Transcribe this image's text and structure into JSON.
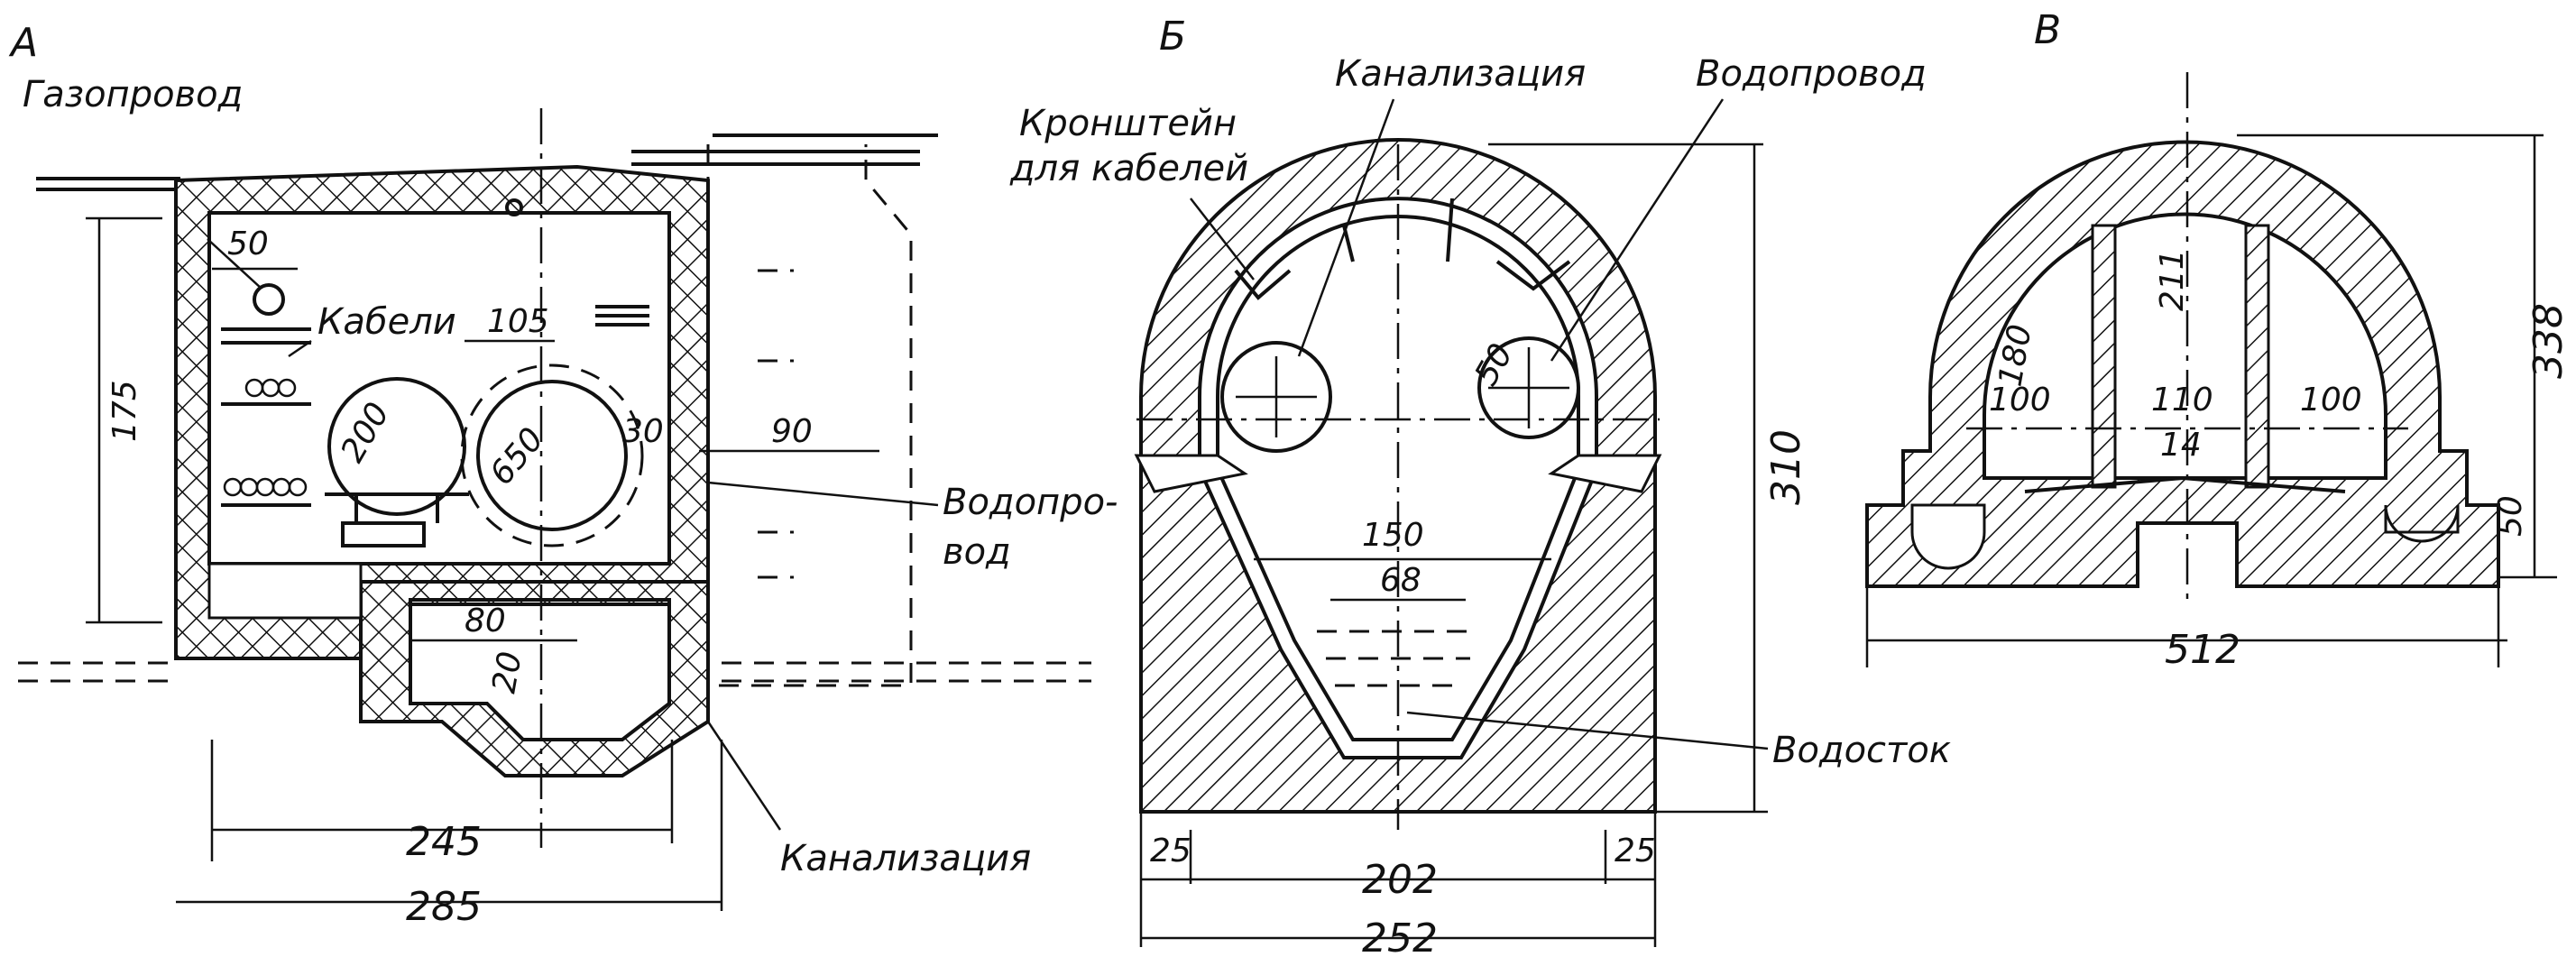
{
  "section_a": {
    "letter": "А",
    "labels": {
      "gas_pipe": "Газопровод",
      "cables": "Кабели",
      "water_supply_1": "Водопро-",
      "water_supply_2": "вод",
      "sewer": "Канализация"
    },
    "dims": {
      "d50": "50",
      "d105": "105",
      "d175": "175",
      "d200": "200",
      "d650": "650",
      "d30": "30",
      "d90": "90",
      "d80": "80",
      "d20": "20",
      "d245": "245",
      "d285": "285"
    }
  },
  "section_b": {
    "letter": "Б",
    "labels": {
      "bracket_1": "Кронштейн",
      "bracket_2": "для кабелей",
      "sewer": "Канализация",
      "water_supply": "Водопровод",
      "drain": "Водосток"
    },
    "dims": {
      "d50": "50",
      "d150": "150",
      "d68": "68",
      "d310": "310",
      "d25_left": "25",
      "d25_right": "25",
      "d202": "202",
      "d252": "252"
    }
  },
  "section_v": {
    "letter": "В",
    "dims": {
      "d180": "180",
      "d211": "211",
      "d100_left": "100",
      "d110": "110",
      "d100_right": "100",
      "d14": "14",
      "d338": "338",
      "d50": "50",
      "d512": "512"
    }
  }
}
